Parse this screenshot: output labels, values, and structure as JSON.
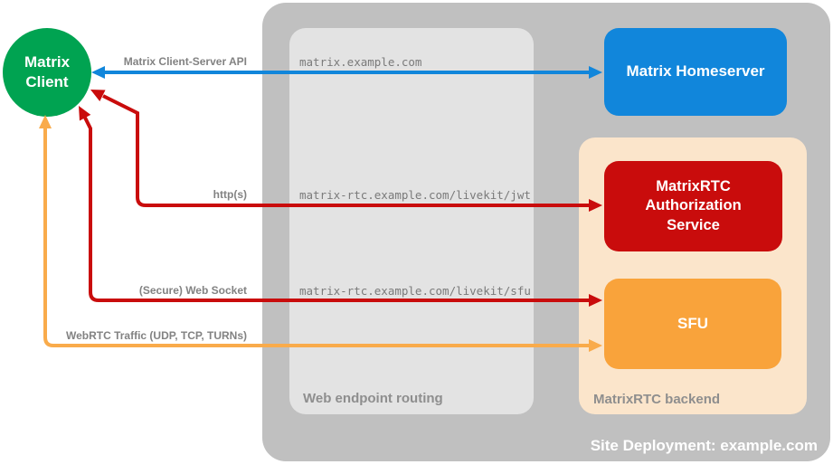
{
  "containers": {
    "site_deployment": {
      "label": "Site Deployment: example.com",
      "color": "#C0C0C0"
    },
    "web_endpoint_routing": {
      "label": "Web endpoint routing",
      "color": "#E3E3E3"
    },
    "matrixrtc_backend": {
      "label": "MatrixRTC backend",
      "color": "#FBE5CB"
    }
  },
  "nodes": {
    "matrix_client": {
      "label": "Matrix Client",
      "color": "#00A351",
      "shape": "circle"
    },
    "matrix_homeserver": {
      "label": "Matrix Homeserver",
      "color": "#1186DB"
    },
    "matrixrtc_auth_service": {
      "label": "MatrixRTC Authorization Service",
      "color": "#C90C0C"
    },
    "sfu": {
      "label": "SFU",
      "color": "#F9A33B"
    }
  },
  "edges": {
    "client_server_api": {
      "label": "Matrix Client-Server API",
      "endpoint": "matrix.example.com",
      "from": "Matrix Client",
      "to": "Matrix Homeserver",
      "color": "#1186DB",
      "bidirectional": true
    },
    "https": {
      "label": "http(s)",
      "endpoint": "matrix-rtc.example.com/livekit/jwt",
      "from": "Matrix Client",
      "to": "MatrixRTC Authorization Service",
      "color": "#C90C0C",
      "bidirectional": true
    },
    "web_socket": {
      "label": "(Secure) Web Socket",
      "endpoint": "matrix-rtc.example.com/livekit/sfu",
      "from": "Matrix Client",
      "to": "SFU",
      "color": "#C90C0C",
      "bidirectional": true
    },
    "webrtc": {
      "label": "WebRTC Traffic (UDP, TCP, TURNs)",
      "from": "Matrix Client",
      "to": "SFU",
      "color": "#F9AB4B",
      "bidirectional": true
    }
  }
}
